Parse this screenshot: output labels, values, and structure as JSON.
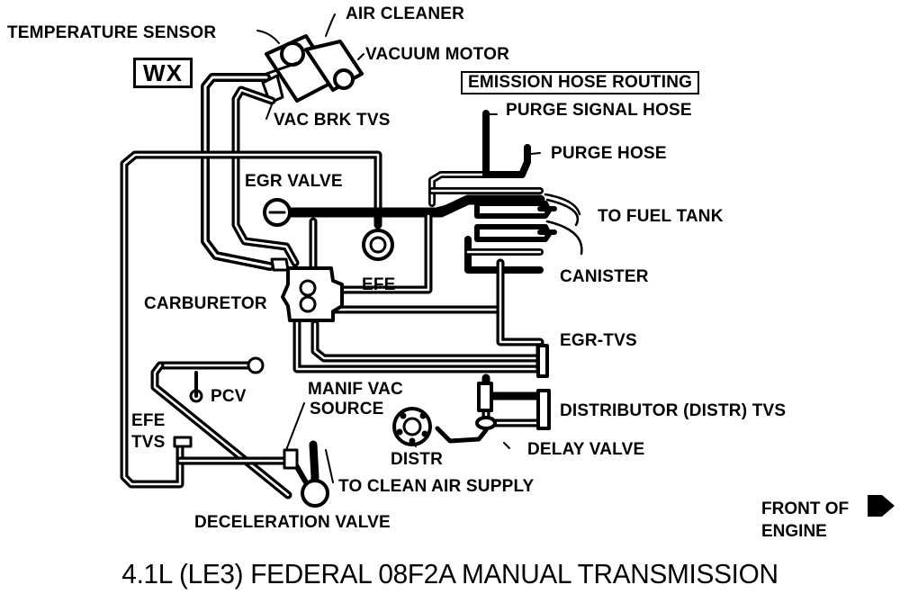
{
  "diagram": {
    "code_box": "WX",
    "labels": {
      "air_cleaner": "AIR CLEANER",
      "temperature_sensor": "TEMPERATURE SENSOR",
      "vacuum_motor": "VACUUM MOTOR",
      "emission_hose_routing": "EMISSION HOSE ROUTING",
      "vac_brk_tvs": "VAC BRK TVS",
      "purge_signal_hose": "PURGE SIGNAL HOSE",
      "purge_hose": "PURGE HOSE",
      "egr_valve": "EGR VALVE",
      "to_fuel_tank": "TO FUEL TANK",
      "canister": "CANISTER",
      "efe": "EFE",
      "carburetor": "CARBURETOR",
      "egr_tvs": "EGR-TVS",
      "pcv": "PCV",
      "manif_vac_source_line1": "MANIF VAC",
      "manif_vac_source_line2": "SOURCE",
      "distributor_tvs": "DISTRIBUTOR (DISTR) TVS",
      "efe_tvs_line1": "EFE",
      "efe_tvs_line2": "TVS",
      "distr": "DISTR",
      "delay_valve": "DELAY VALVE",
      "to_clean_air_supply": "TO CLEAN AIR SUPPLY",
      "deceleration_valve": "DECELERATION VALVE",
      "front_of_engine_line1": "FRONT OF",
      "front_of_engine_line2": "ENGINE"
    },
    "caption": "4.1L (LE3) FEDERAL 08F2A MANUAL TRANSMISSION"
  }
}
